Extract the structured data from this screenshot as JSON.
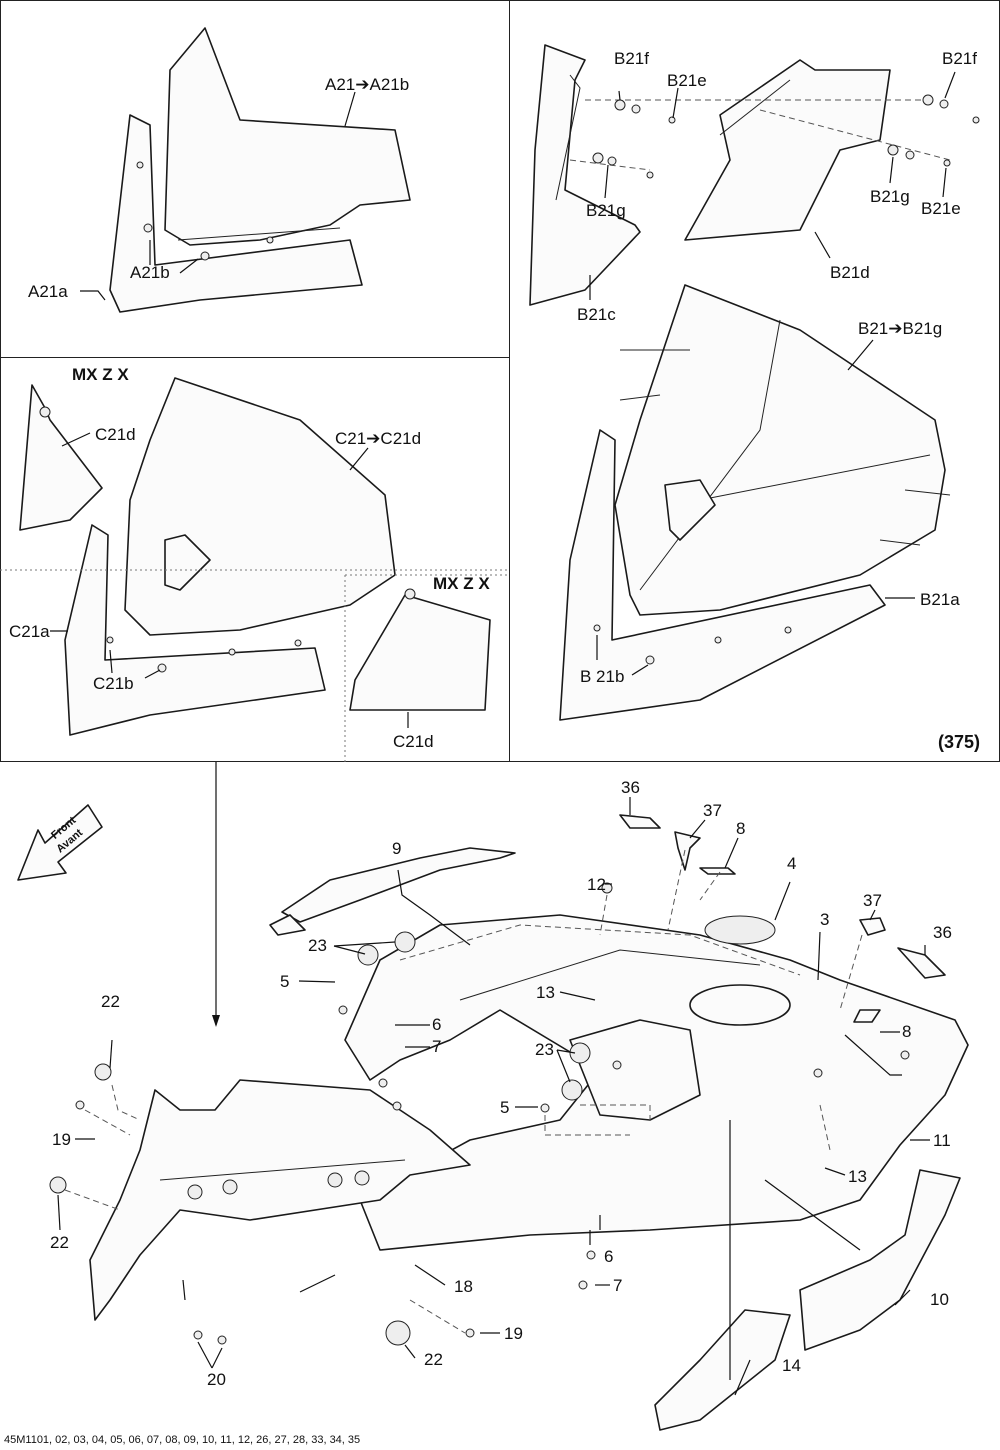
{
  "panels": {
    "a": {
      "label_assembly": "A21➔A21b",
      "label_a21a": "A21a",
      "label_a21b": "A21b"
    },
    "b": {
      "label_assembly": "B21➔B21g",
      "label_b21a": "B21a",
      "label_b21b": "B 21b",
      "label_b21c": "B21c",
      "label_b21d": "B21d",
      "label_b21e_1": "B21e",
      "label_b21e_2": "B21e",
      "label_b21f_1": "B21f",
      "label_b21f_2": "B21f",
      "label_b21g_1": "B21g",
      "label_b21g_2": "B21g",
      "page_ref": "(375)"
    },
    "c": {
      "model_1": "MX Z X",
      "model_2": "MX Z X",
      "label_assembly": "C21➔C21d",
      "label_c21a": "C21a",
      "label_c21b": "C21b",
      "label_c21d_1": "C21d",
      "label_c21d_2": "C21d"
    }
  },
  "main": {
    "front_arrow": {
      "line1": "Front",
      "line2": "Avant"
    },
    "callouts": {
      "p36a": "36",
      "p37a": "37",
      "p8a": "8",
      "p12": "12",
      "p4": "4",
      "p9": "9",
      "p3": "3",
      "p37b": "37",
      "p36b": "36",
      "p23a": "23",
      "p5a": "5",
      "p13a": "13",
      "p22a": "22",
      "p23b": "23",
      "p6a": "6",
      "p7a": "7",
      "p5b": "5",
      "p8b": "8",
      "p11": "11",
      "p13b": "13",
      "p19a": "19",
      "p22b": "22",
      "p18": "18",
      "p6b": "6",
      "p7b": "7",
      "p10": "10",
      "p19b": "19",
      "p22c": "22",
      "p20": "20",
      "p14": "14"
    }
  },
  "footer": {
    "text": "45M1101, 02, 03, 04, 05, 06, 07, 08, 09, 10, 11, 12, 26, 27, 28, 33, 34, 35"
  }
}
